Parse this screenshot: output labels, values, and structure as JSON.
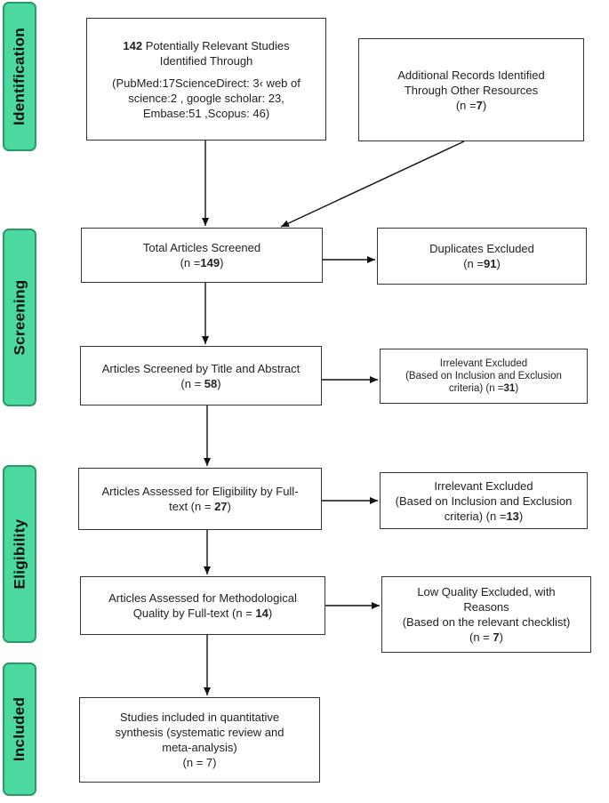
{
  "colors": {
    "stage_fill": "#4cd9a0",
    "stage_border": "#2a9a6a",
    "box_border": "#333333",
    "arrow": "#111111"
  },
  "stages": {
    "identification": "Identification",
    "screening": "Screening",
    "eligibility": "Eligibility",
    "included": "Included"
  },
  "boxes": {
    "identified": {
      "count": "142",
      "line1_rest": " Potentially Relevant Studies",
      "line2": "Identified Through",
      "line3": "(PubMed:17ScienceDirect: 3‹ web of",
      "line4": "science:2 , google scholar: 23,",
      "line5": "Embase:51 ,Scopus: 46)"
    },
    "additional": {
      "line1": "Additional Records Identified",
      "line2": "Through Other Resources",
      "line3_prefix": "(n =",
      "line3_num": "7",
      "line3_suffix": ")"
    },
    "screened": {
      "line1": "Total Articles Screened",
      "line2_prefix": "(n =",
      "line2_num": "149",
      "line2_suffix": ")"
    },
    "duplicates": {
      "line1": "Duplicates Excluded",
      "line2_prefix": "(n =",
      "line2_num": "91",
      "line2_suffix": ")"
    },
    "title_abstract": {
      "line1": "Articles Screened by Title and Abstract",
      "line2_prefix": "(n = ",
      "line2_num": "58",
      "line2_suffix": ")"
    },
    "irrelevant1": {
      "line1": "Irrelevant Excluded",
      "line2": "(Based on Inclusion and Exclusion",
      "line3_prefix": "criteria)  (n =",
      "line3_num": "31",
      "line3_suffix": ")"
    },
    "eligibility": {
      "line1": "Articles Assessed for Eligibility by Full-",
      "line2_prefix": "text (n = ",
      "line2_num": "27",
      "line2_suffix": ")"
    },
    "irrelevant2": {
      "line1": "Irrelevant Excluded",
      "line2": "(Based on Inclusion and Exclusion",
      "line3_prefix": "criteria) (n =",
      "line3_num": "13",
      "line3_suffix": ")"
    },
    "methodological": {
      "line1": "Articles Assessed for Methodological",
      "line2_prefix": "Quality by Full-text (n = ",
      "line2_num": "14",
      "line2_suffix": ")"
    },
    "low_quality": {
      "line1": "Low Quality Excluded, with",
      "line2": "Reasons",
      "line3": "(Based on the relevant checklist)",
      "line4_prefix": "(n = ",
      "line4_num": "7",
      "line4_suffix": ")"
    },
    "included": {
      "line1": "Studies included in quantitative",
      "line2": "synthesis (systematic review and",
      "line3": "meta-analysis)",
      "line4": "(n = 7)"
    }
  }
}
